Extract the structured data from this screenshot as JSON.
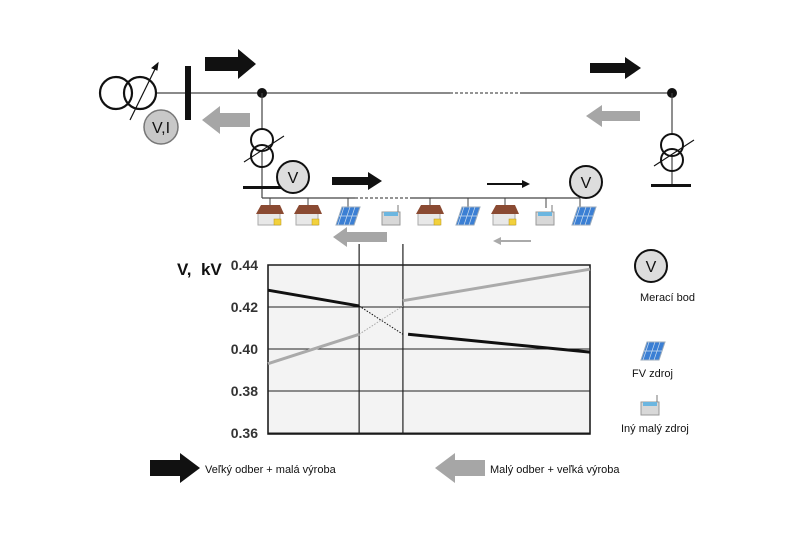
{
  "diagram": {
    "meter_vi_label": "V,I",
    "meter_v_label": "V"
  },
  "legend": {
    "meter_symbol": "V",
    "meter_label": "Merací bod",
    "pv_label": "FV zdroj",
    "other_source_label": "Iný malý zdroj",
    "heavy_load_label": "Veľký odber + malá výroba",
    "light_load_label": "Malý odber + veľká výroba"
  },
  "colors": {
    "black_arrow": "#111111",
    "grey_arrow": "#a6a6a6",
    "roof": "#8a4a32",
    "panel": "#3b7fd4"
  },
  "chart_data": {
    "type": "line",
    "ylabel": "V,  kV",
    "ylim": [
      0.36,
      0.44
    ],
    "yticks": [
      "0.44",
      "0.42",
      "0.40",
      "0.38",
      "0.36"
    ],
    "ytick_values": [
      0.44,
      0.42,
      0.4,
      0.38,
      0.36
    ],
    "xlim": [
      0,
      100
    ],
    "vertical_markers": [
      28.3,
      41.9
    ],
    "grid": true,
    "series": [
      {
        "name": "Veľký odber + malá výroba",
        "color": "#111111",
        "segments": [
          {
            "style": "solid",
            "points": [
              [
                0,
                0.428
              ],
              [
                28.3,
                0.4205
              ]
            ]
          },
          {
            "style": "dotted",
            "points": [
              [
                28.3,
                0.4205
              ],
              [
                41.9,
                0.407
              ]
            ]
          },
          {
            "style": "solid",
            "points": [
              [
                43.5,
                0.407
              ],
              [
                100,
                0.3985
              ]
            ]
          }
        ]
      },
      {
        "name": "Malý odber + veľká výroba",
        "color": "#aaaaaa",
        "segments": [
          {
            "style": "solid",
            "points": [
              [
                0,
                0.393
              ],
              [
                28.3,
                0.407
              ]
            ]
          },
          {
            "style": "dotted",
            "points": [
              [
                28.3,
                0.407
              ],
              [
                41.9,
                0.4205
              ]
            ]
          },
          {
            "style": "solid",
            "points": [
              [
                41.9,
                0.423
              ],
              [
                100,
                0.438
              ]
            ]
          }
        ]
      }
    ]
  }
}
